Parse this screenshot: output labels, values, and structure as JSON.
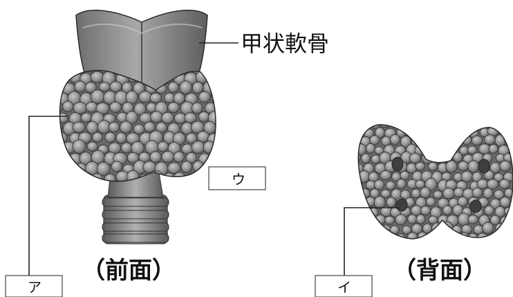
{
  "labels": {
    "cartilage": "甲状軟骨",
    "front_caption": "（前面）",
    "back_caption": "（背面）",
    "box_a": "ア",
    "box_i": "イ",
    "box_u": "ウ"
  },
  "colors": {
    "cartilage": "#8a8a8a",
    "gland": "#9c9c9c",
    "lobule_stroke": "#3a3a3a",
    "parathyroid": "#4a4a4a",
    "trachea": "#8c8c8c"
  }
}
